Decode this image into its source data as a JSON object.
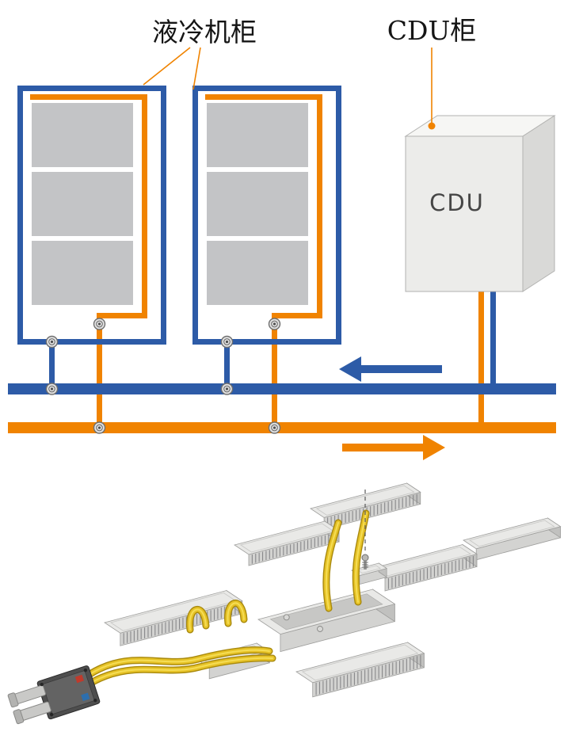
{
  "diagram": {
    "cabinet_label": "液冷机柜",
    "cdu_cabinet_label": "CDU柜",
    "cdu_box_label": "CDU"
  },
  "colors": {
    "pipe_blue": "#2d5ba7",
    "pipe_orange": "#f08300",
    "server_gray": "#c3c4c6",
    "hose_yellow": "#e6c226"
  }
}
